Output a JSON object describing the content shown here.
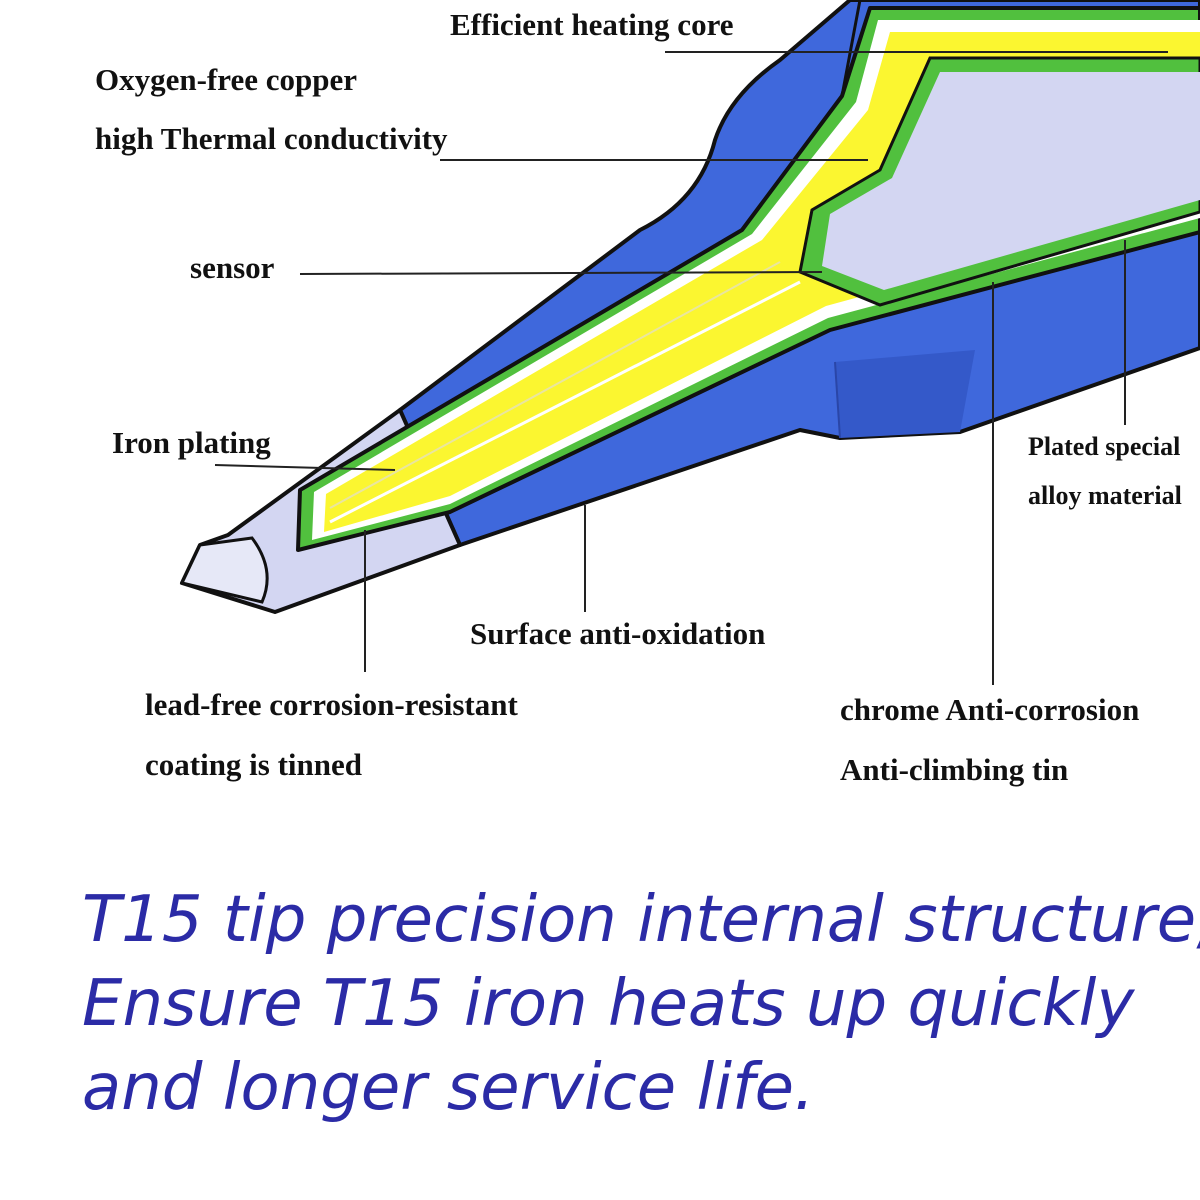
{
  "diagram": {
    "colors": {
      "outer_shell": "#3f68dc",
      "iron_plating": "#d3d6f2",
      "green_layer": "#51c03e",
      "copper_core": "#fbf630",
      "inner_white": "#ffffff",
      "heating_core": "#d3d6f2",
      "leader": "#222222"
    },
    "labels": {
      "heating_core": "Efficient heating core",
      "copper_line1": "Oxygen-free copper",
      "copper_line2": "high Thermal conductivity",
      "sensor": "sensor",
      "iron_plating": "Iron plating",
      "plated_line1": "Plated special",
      "plated_line2": "alloy material",
      "surface": "Surface anti-oxidation",
      "lead_free_line1": "lead-free corrosion-resistant",
      "lead_free_line2": "coating is tinned",
      "chrome_line1": "chrome Anti-corrosion",
      "chrome_line2": "Anti-climbing tin"
    }
  },
  "caption": {
    "line1": "T15 tip precision internal structure,",
    "line2": "Ensure T15 iron heats up quickly",
    "line3": "and longer service life."
  }
}
